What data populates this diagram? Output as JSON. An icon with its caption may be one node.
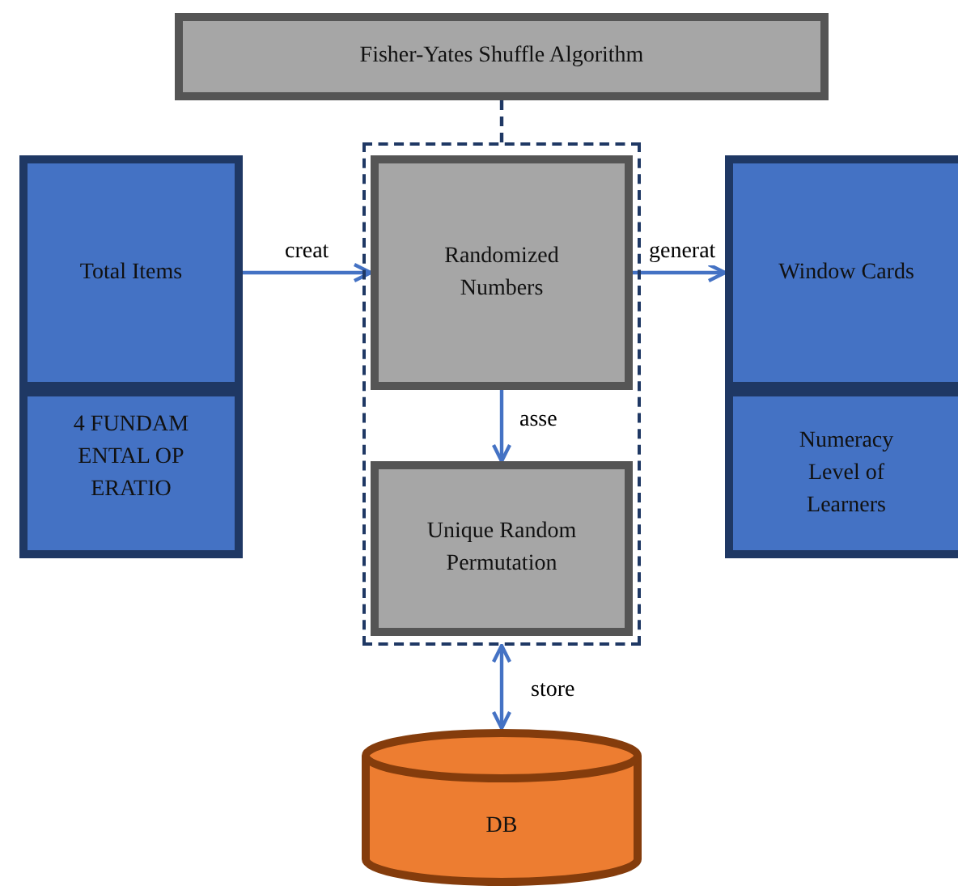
{
  "diagram": {
    "nodes": [
      {
        "text": [
          "Fisher-Yates Shuffle Algorithm"
        ]
      },
      {
        "text": [],
        "shape": "box"
      },
      {
        "text": [
          "Randomized Numbers"
        ],
        "in": 1
      },
      {
        "text": [
          "Unique Random Permutation"
        ],
        "in": 1
      },
      {
        "text": [
          "Total Items"
        ]
      },
      {
        "text": [
          "4 FUNDAMENTAL OPERATIO"
        ]
      },
      {
        "text": [
          "Window Cards"
        ]
      },
      {
        "text": [
          "Numeracy Level of Learners"
        ]
      },
      {
        "text": [
          "DB"
        ]
      }
    ],
    "edges": [
      {
        "from": 0,
        "to": 1,
        "arrow": "none",
        "style": "dashed",
        "color": "#1f3864"
      },
      {
        "from": 4,
        "to": 2,
        "label": "creat",
        "arrow": "to"
      },
      {
        "from": 2,
        "to": 6,
        "label": "generat",
        "arrow": "to"
      },
      {
        "from": 2,
        "to": 3,
        "label": "asse",
        "arrow": "to"
      },
      {
        "from": 1,
        "to": 8,
        "label": "store",
        "arrow": "both"
      }
    ]
  }
}
